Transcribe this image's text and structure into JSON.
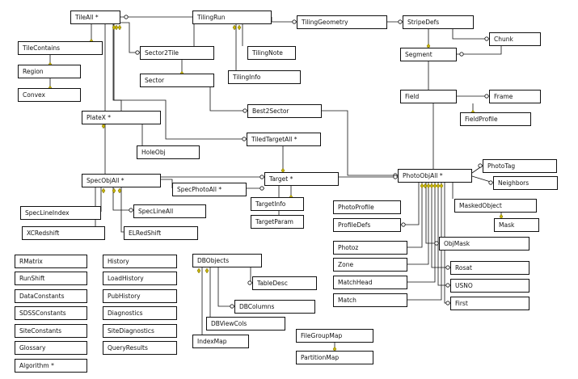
{
  "tables": {
    "tilealll": "TileAll *",
    "tilingrun": "TilingRun",
    "tilinggeometry": "TilingGeometry",
    "stripedefs": "StripeDefs",
    "chunk": "Chunk",
    "segment": "Segment",
    "field": "Field",
    "frame": "Frame",
    "fieldprofile": "FieldProfile",
    "tilecontains": "TileContains",
    "region": "Region",
    "convex": "Convex",
    "sector2tile": "Sector2Tile",
    "sector": "Sector",
    "tilingnote": "TilingNote",
    "tilinginfo": "TilingInfo",
    "best2sector": "Best2Sector",
    "platex": "PlateX *",
    "holeobj": "HoleObj",
    "tiledtargetall": "TiledTargetAll *",
    "specobjall": "SpecObjAll *",
    "specphotoall": "SpecPhotoAll *",
    "target": "Target *",
    "targetinfo": "TargetInfo",
    "targetparam": "TargetParam",
    "speclineindex": "SpecLineIndex",
    "speclineall": "SpecLineAll",
    "xcredshift": "XCRedshift",
    "elredshift": "ELRedShift",
    "photoobjall": "PhotoObjAll *",
    "phototag": "PhotoTag",
    "neighbors": "Neighbors",
    "maskedobject": "MaskedObject",
    "mask": "Mask",
    "photoprofile": "PhotoProfile",
    "profiledefs": "ProfileDefs",
    "photoz": "Photoz",
    "objmask": "ObjMask",
    "zone": "Zone",
    "rosat": "Rosat",
    "matchhead": "MatchHead",
    "usno": "USNO",
    "match": "Match",
    "first": "First",
    "rmatrix": "RMatrix",
    "runshift": "RunShift",
    "dataconstants": "DataConstants",
    "sdssconstants": "SDSSConstants",
    "siteconstants": "SiteConstants",
    "glossary": "Glossary",
    "algorithm": "Algorithm *",
    "history": "History",
    "loadhistory": "LoadHistory",
    "pubhistory": "PubHistory",
    "diagnostics": "Diagnostics",
    "sitediagnostics": "SiteDiagnostics",
    "queryresults": "QueryResults",
    "dbobjects": "DBObjects",
    "tabledesc": "TableDesc",
    "dbcolumns": "DBColumns",
    "dbviewcols": "DBViewCols",
    "indexmap": "IndexMap",
    "filegroupmap": "FileGroupMap",
    "partitionmap": "PartitionMap"
  },
  "colors": {
    "line": "#111111",
    "key": "#c8b400",
    "box_border": "#111111",
    "background": "#ffffff"
  }
}
